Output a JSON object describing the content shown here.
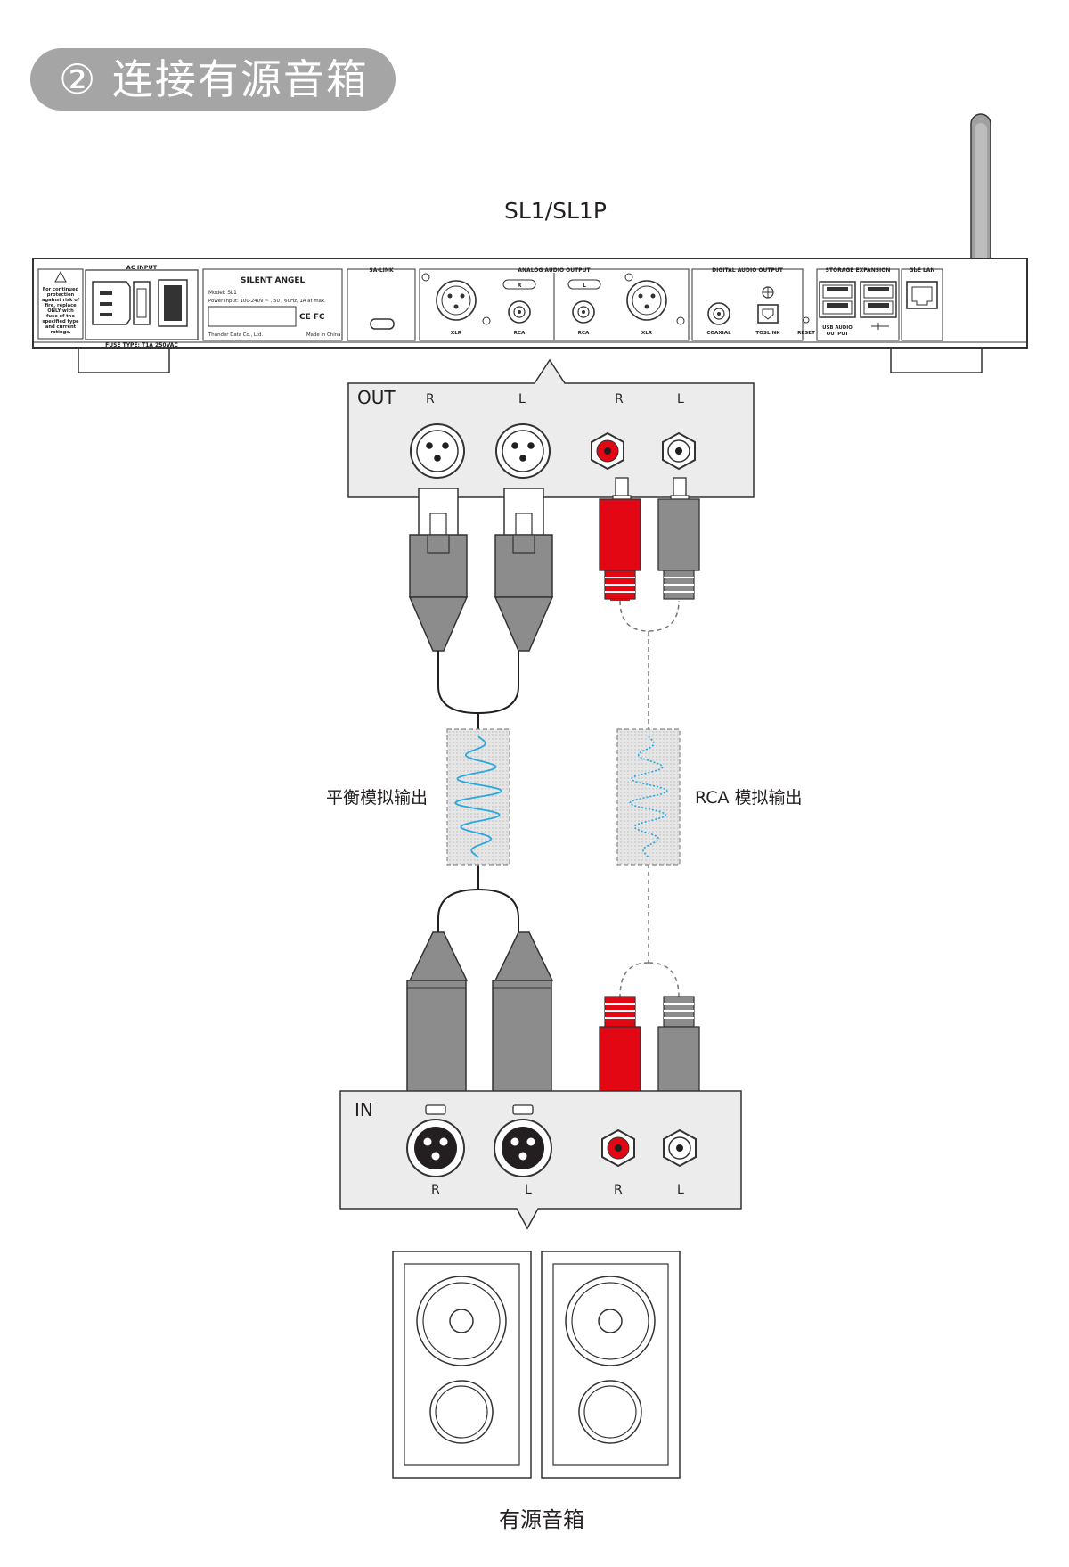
{
  "title": "② 连接有源音箱",
  "device": {
    "model_label": "SL1/SL1P",
    "panel": {
      "ac_input": "AC INPUT",
      "warning_text": [
        "For continued",
        "protection",
        "against risk of",
        "fire, replace",
        "ONLY with",
        "fuse of the",
        "specified type",
        "and current",
        "ratings."
      ],
      "fuse_type": "FUSE TYPE: T1A 250VAC",
      "brand": "SILENT ANGEL",
      "model_line": "Model: SL1",
      "power_line": "Power Input: 100-240V ~ , 50 / 60Hz,  1A at max.",
      "cert_marks": "CE FC",
      "maker": "Thunder Data Co., Ltd.",
      "made_in": "Made in China",
      "sa_link": "SA-LINK",
      "analog_out": "ANALOG AUDIO OUTPUT",
      "r_mark": "R",
      "l_mark": "L",
      "xlr": "XLR",
      "rca": "RCA",
      "digital_out": "DIGITAL AUDIO OUTPUT",
      "coaxial": "COAXIAL",
      "toslink": "TOSLINK",
      "reset": "RESET",
      "storage": "STORAGE EXPANSION",
      "usb_audio": [
        "USB AUDIO",
        "OUTPUT"
      ],
      "gbe_lan": "GbE LAN"
    }
  },
  "out_box": {
    "label": "OUT",
    "channels": [
      "R",
      "L",
      "R",
      "L"
    ]
  },
  "in_box": {
    "label": "IN",
    "channels": [
      "R",
      "L",
      "R",
      "L"
    ]
  },
  "cables": {
    "balanced_label": "平衡模拟输出",
    "rca_label": "RCA 模拟输出"
  },
  "speakers_label": "有源音箱",
  "colors": {
    "red": "#e30613",
    "gray_plug": "#8c8c8c",
    "box_fill": "#ececec",
    "wave_blue": "#29a8e0",
    "title_pill": "#a5a5a5"
  }
}
